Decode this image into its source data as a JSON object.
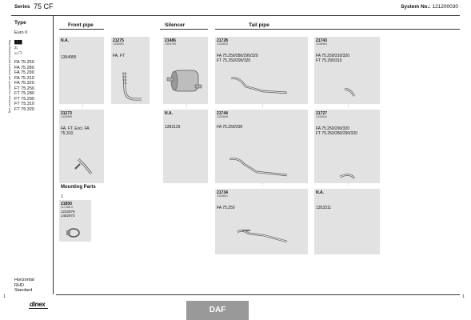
{
  "header": {
    "series_label": "Series",
    "model": "75 CF",
    "system_label": "System No.:",
    "system_no": "121200030"
  },
  "type_panel": {
    "title": "Type",
    "subtitle": "Euro II",
    "icon_lines": [
      "███",
      "Zₓ",
      "≡○❒"
    ],
    "models": [
      "FA 75.250",
      "FA 75.280",
      "FA 75.290",
      "FA 75.310",
      "FA 75.320",
      "FT 75.250",
      "FT 75.280",
      "FT 75.290",
      "FT 75.310",
      "FT 75.320"
    ],
    "bottom": [
      "Horizontal",
      "RHD",
      "Standard"
    ]
  },
  "side_note": "Manufactured part numbers are quoted for reference only",
  "sections": {
    "front_pipe": "Front pipe",
    "silencer": "Silencer",
    "tail_pipe": "Tail pipe"
  },
  "parts": {
    "p1": {
      "code": "N.A.",
      "sub": "",
      "app": [
        "1354955"
      ]
    },
    "p2": {
      "code": "21275",
      "sub": "1336981",
      "app": [
        "FA, FT"
      ]
    },
    "p3": {
      "code": "21486",
      "sub": "1905769",
      "app": []
    },
    "p4": {
      "code": "21728",
      "sub": "1333604",
      "app": [
        "FA 75.250/280/290/320",
        "FT 75.250/290/320"
      ]
    },
    "p5": {
      "code": "21743",
      "sub": "1338904",
      "app": [
        "FA 75.250/310/320",
        "FT 75.290/310"
      ]
    },
    "p6": {
      "code": "21273",
      "sub": "1339969",
      "app": [
        "FA, FT, Excl. FA",
        "75.310"
      ]
    },
    "p7": {
      "code": "N.A.",
      "sub": "",
      "app": [
        "1393129"
      ]
    },
    "p8": {
      "code": "21744",
      "sub": "1333606",
      "app": [
        "FA 75.250/290"
      ]
    },
    "p9": {
      "code": "21727",
      "sub": "1330641",
      "app": [
        "FA 75.250/290/320",
        "FT 75.250/280/290/320"
      ]
    },
    "p10": {
      "code": "21734",
      "sub": "1334621",
      "app": [
        "FA 75.250"
      ]
    },
    "p11": {
      "code": "N.A.",
      "sub": "",
      "app": [
        "1353311"
      ]
    }
  },
  "mounting": {
    "title": "Mounting Parts",
    "qty": "1",
    "code": "21850",
    "sub": "117286-3",
    "refs": [
      "1232979",
      "1452973"
    ]
  },
  "footer": {
    "page_left": "1",
    "page_right": "1",
    "logo": "dinex",
    "brand": "DAF"
  }
}
